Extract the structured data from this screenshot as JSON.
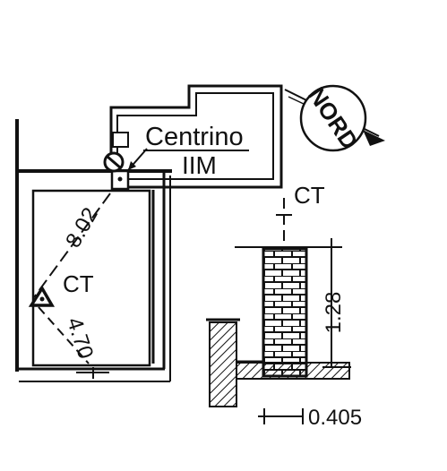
{
  "survey_sketch": {
    "station_name_line1": "Centrino",
    "station_name_line2": "IIM",
    "north_label": "NORD",
    "control_tag_top": "CT",
    "control_tag_left": "CT",
    "measure_diagonal": "8.02",
    "measure_offset": "4.70",
    "measure_height": "1.28",
    "measure_width": "0.405"
  }
}
